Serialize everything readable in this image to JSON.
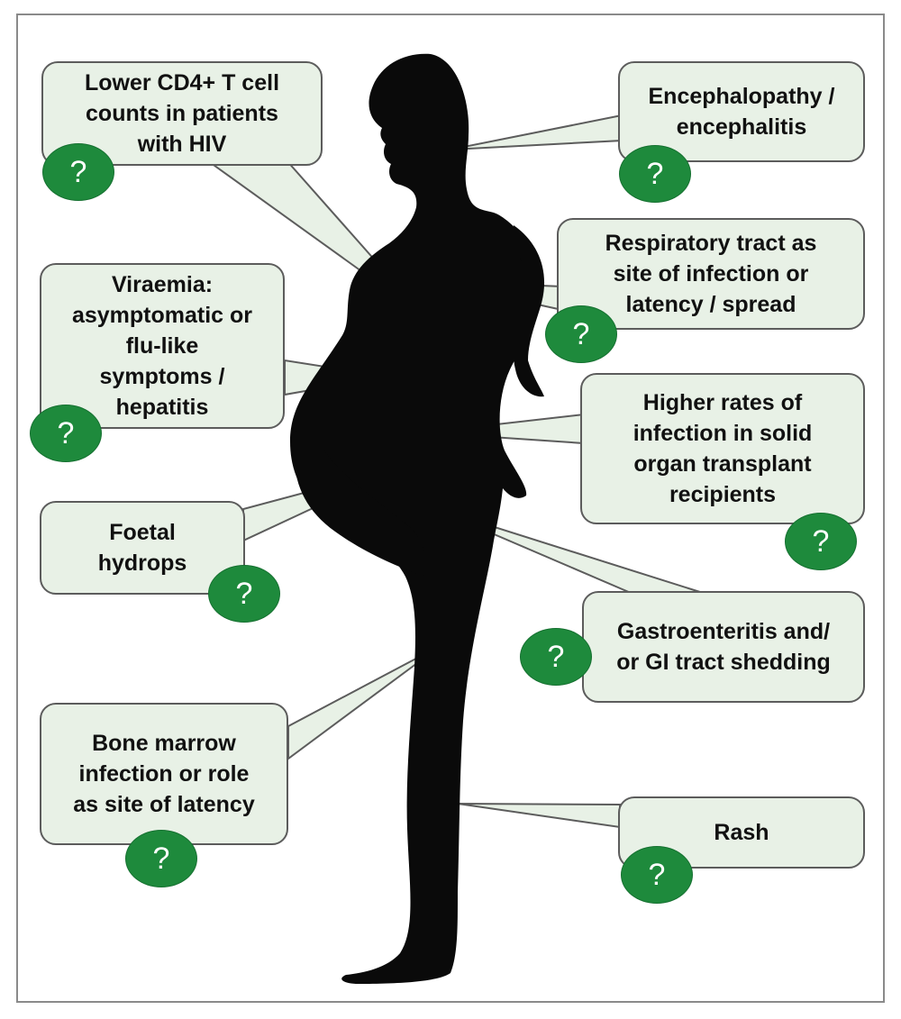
{
  "labels": {
    "cd4": [
      "Lower CD4+ T cell",
      "counts in patients",
      "with HIV"
    ],
    "encephalopathy": [
      "Encephalopathy /",
      "encephalitis"
    ],
    "respiratory": [
      "Respiratory tract as",
      "site of infection or",
      "latency / spread"
    ],
    "viraemia": [
      "Viraemia:",
      "asymptomatic or",
      "flu-like",
      "symptoms /",
      "hepatitis"
    ],
    "transplant": [
      "Higher rates of",
      "infection in solid",
      "organ transplant",
      "recipients"
    ],
    "hydrops": [
      "Foetal",
      "hydrops"
    ],
    "gastro": [
      "Gastroenteritis and/",
      "or GI tract shedding"
    ],
    "marrow": [
      "Bone marrow",
      "infection or role",
      "as site of latency"
    ],
    "rash": [
      "Rash"
    ]
  },
  "question_mark": "?",
  "colors": {
    "box_fill": "#e8f1e6",
    "box_border": "#5c5c5c",
    "badge": "#1e8a3c",
    "silhouette": "#0a0a0a"
  }
}
